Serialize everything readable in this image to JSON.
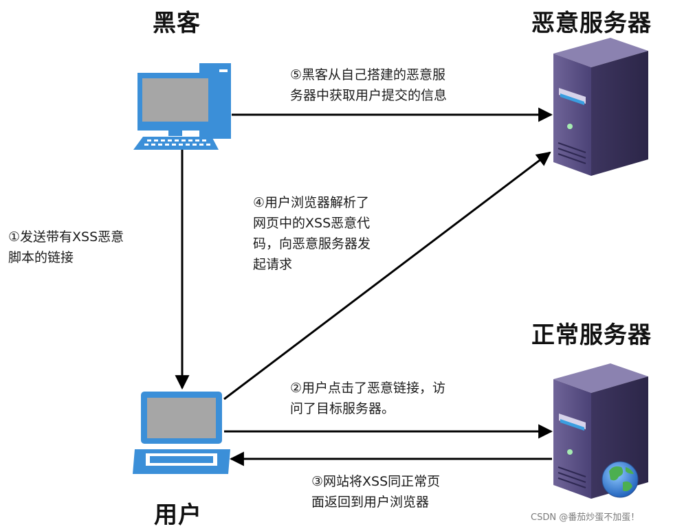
{
  "labels": {
    "hacker": "黑客",
    "malicious_server": "恶意服务器",
    "normal_server": "正常服务器",
    "user": "用户"
  },
  "steps": {
    "step1": "①发送带有XSS恶意\n脚本的链接",
    "step2": "②用户点击了恶意链接，访\n问了目标服务器。",
    "step3": "③网站将XSS同正常页\n面返回到用户浏览器",
    "step4": "④用户浏览器解析了\n网页中的XSS恶意代\n码，向恶意服务器发\n起请求",
    "step5": "⑤黑客从自己搭建的恶意服\n务器中获取用户提交的信息"
  },
  "watermark": "CSDN @番茄炒蛋不加蛋！",
  "icons": {
    "hacker": "desktop-computer-icon",
    "user": "laptop-icon",
    "malicious_server": "server-tower-icon",
    "normal_server": "server-tower-with-globe-icon"
  },
  "colors": {
    "device_blue": "#3b8fd8",
    "server_purple": "#5c5088",
    "arrow": "#000000"
  }
}
